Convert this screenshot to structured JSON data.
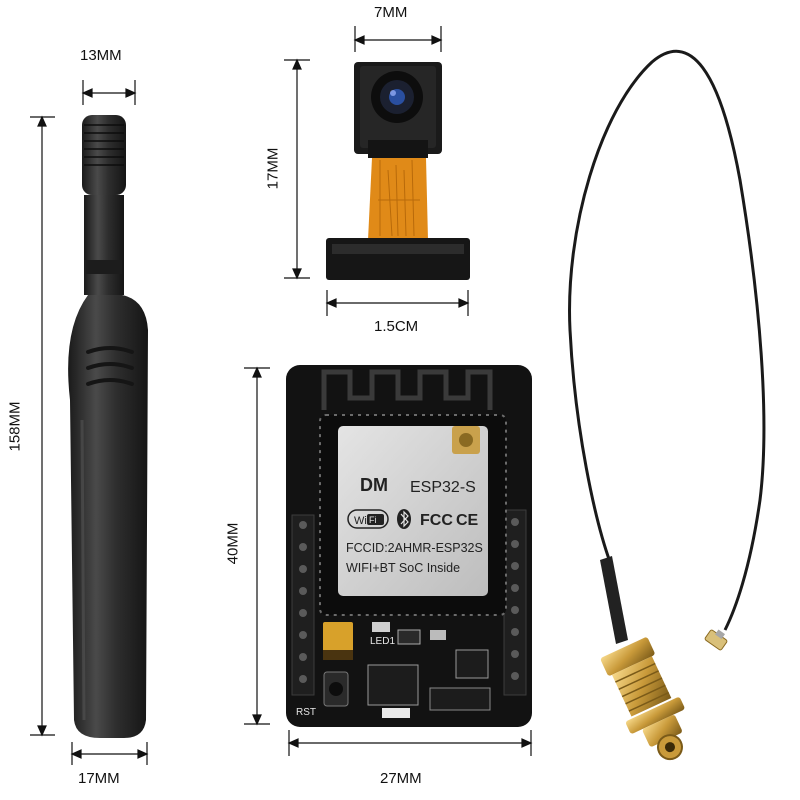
{
  "dimensions": {
    "antenna_width": "13MM",
    "antenna_length": "158MM",
    "antenna_base_width": "17MM",
    "camera_lens_width": "7MM",
    "camera_height": "17MM",
    "camera_connector_width": "1.5CM",
    "board_height": "40MM",
    "board_width": "27MM"
  },
  "module": {
    "logo": "DM",
    "model": "ESP32-S",
    "wifi": "Wi",
    "wifi_fi": "Fi",
    "fcc": "FCC",
    "ce": "CE",
    "fccid": "FCCID:2AHMR-ESP32S",
    "desc": "WIFI+BT SoC Inside"
  },
  "board_labels": {
    "led": "LED1",
    "rst": "RST"
  }
}
